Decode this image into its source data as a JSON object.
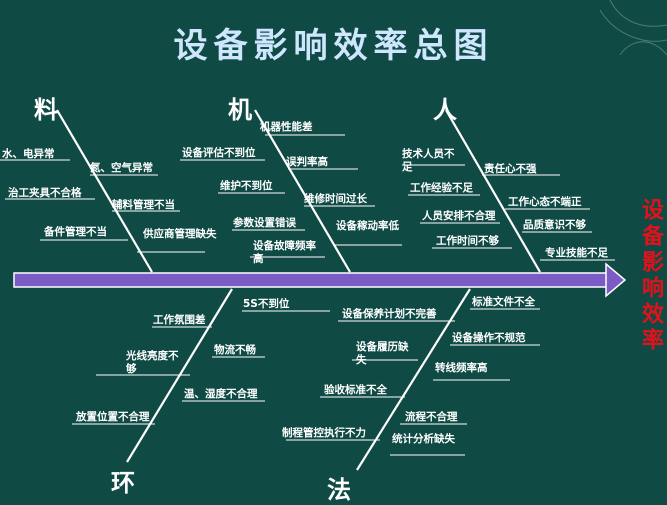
{
  "title": "设备影响效率总图",
  "effect": "设备影响效率",
  "categories": {
    "material": "料",
    "machine": "机",
    "man": "人",
    "environment": "环",
    "method": "法"
  },
  "causes": {
    "material": [
      "水、电异常",
      "氮、空气异常",
      "治工夹具不合格",
      "辅料管理不当",
      "备件管理不当",
      "供应商管理缺失"
    ],
    "machine": [
      "机器性能差",
      "设备评估不到位",
      "误判率高",
      "维护不到位",
      "维修时间过长",
      "参数设置错误",
      "设备稼动率低",
      "设备故障频率高"
    ],
    "man": [
      "技术人员不足",
      "责任心不强",
      "工作经验不足",
      "工作心态不端正",
      "人员安排不合理",
      "品质意识不够",
      "工作时间不够",
      "专业技能不足"
    ],
    "environment": [
      "5S不到位",
      "工作氛围差",
      "物流不畅",
      "光线亮度不够",
      "温、湿度不合理",
      "放置位置不合理"
    ],
    "method": [
      "标准文件不全",
      "设备保养计划不完善",
      "设备操作不规范",
      "设备履历缺失",
      "转线频率高",
      "验收标准不全",
      "流程不合理",
      "制程管控执行不力",
      "统计分析缺失"
    ]
  },
  "colors": {
    "background": "#0f4a44",
    "arrow": "#7a5cc4",
    "bone": "#ffffff",
    "effect": "#e0121b",
    "title": "#cfe6ff"
  }
}
